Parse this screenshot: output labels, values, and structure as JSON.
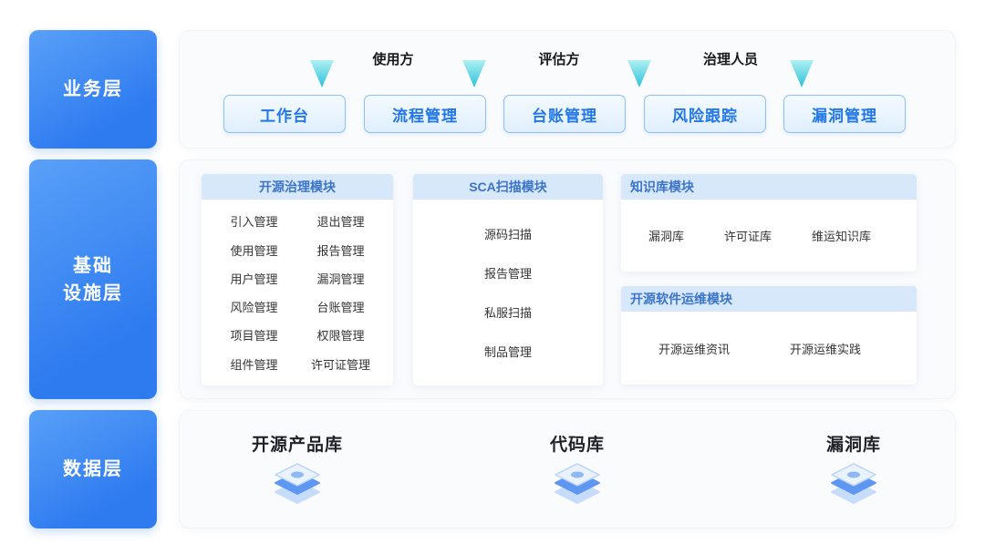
{
  "sidebar": {
    "business_label": "业务层",
    "infra_label": "基础\n设施层",
    "data_label": "数据层"
  },
  "business": {
    "roles": [
      "使用方",
      "评估方",
      "治理人员"
    ],
    "buttons": [
      "工作台",
      "流程管理",
      "台账管理",
      "风险跟踪",
      "漏洞管理"
    ]
  },
  "infra": {
    "governance": {
      "title": "开源治理模块",
      "left_items": [
        "引入管理",
        "使用管理",
        "用户管理",
        "风险管理",
        "项目管理",
        "组件管理"
      ],
      "right_items": [
        "退出管理",
        "报告管理",
        "漏洞管理",
        "台账管理",
        "权限管理",
        "许可证管理"
      ]
    },
    "sca": {
      "title": "SCA扫描模块",
      "items": [
        "源码扫描",
        "报告管理",
        "私服扫描",
        "制品管理"
      ]
    },
    "knowledge": {
      "title": "知识库模块",
      "items": [
        "漏洞库",
        "许可证库",
        "维运知识库"
      ]
    },
    "ops": {
      "title": "开源软件运维模块",
      "items": [
        "开源运维资讯",
        "开源运维实践"
      ]
    }
  },
  "data_layer": {
    "items": [
      "开源产品库",
      "代码库",
      "漏洞库"
    ]
  },
  "colors": {
    "layer_blue": "#2e7bf0",
    "button_blue": "#2277e8",
    "arrow_teal": "#2cc1d8",
    "header_bg": "#d8e8fb"
  }
}
